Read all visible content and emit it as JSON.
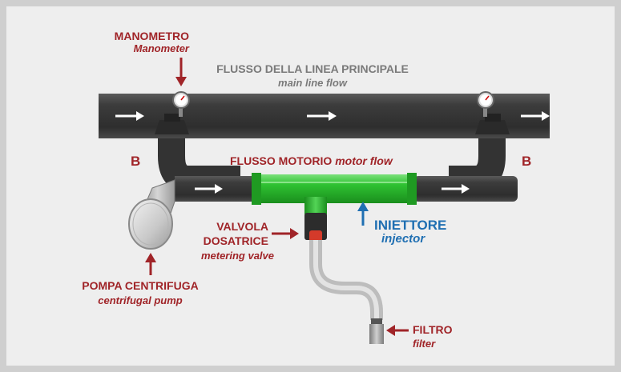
{
  "colors": {
    "frame": "#cfcfcf",
    "panel": "#eeeeee",
    "pipe": "#3d3d3d",
    "injector": "#28b82b",
    "label_red": "#a02428",
    "label_blue": "#1f6fb2",
    "label_grey": "#7a7a7a",
    "hose": "#c9c9c9"
  },
  "labels": {
    "manometer_it": "MANOMETRO",
    "manometer_en": "Manometer",
    "mainflow_it": "FLUSSO DELLA LINEA PRINCIPALE",
    "mainflow_en": "main line flow",
    "b_left": "B",
    "b_right": "B",
    "motorflow_it": "FLUSSO MOTORIO",
    "motorflow_en": "motor flow",
    "valve_it_1": "VALVOLA",
    "valve_it_2": "DOSATRICE",
    "valve_en": "metering valve",
    "injector_it": "INIETTORE",
    "injector_en": "injector",
    "pump_it": "POMPA CENTRIFUGA",
    "pump_en": "centrifugal pump",
    "filter_it": "FILTRO",
    "filter_en": "filter"
  },
  "icons": [
    "arrow-right-icon",
    "arrow-down-icon",
    "arrow-up-icon",
    "arrow-left-icon",
    "pressure-gauge-icon"
  ]
}
